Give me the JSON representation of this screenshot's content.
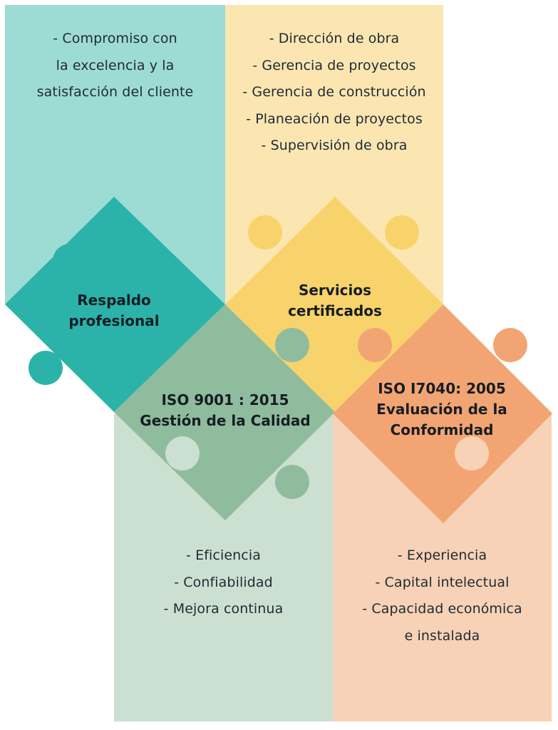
{
  "colors": {
    "teal_panel": "#9ddcd4",
    "yellow_panel": "#fbe6b2",
    "green_panel": "#cbe0d1",
    "orange_panel": "#f7d2b6",
    "teal_piece": "#2bb3aa",
    "yellow_piece": "#f8d36b",
    "green_piece": "#8fbc9d",
    "orange_piece": "#f2a572",
    "text": "#1f2a33"
  },
  "panels": {
    "teal": {
      "lines": [
        "- Compromiso con",
        "la excelencia y la",
        "satisfacción del cliente"
      ]
    },
    "yellow": {
      "lines": [
        "- Dirección de obra",
        "- Gerencia de proyectos",
        "- Gerencia de construcción",
        "- Planeación de proyectos",
        "- Supervisión de obra"
      ]
    },
    "green": {
      "lines": [
        "- Eficiencia",
        "- Confiabilidad",
        "- Mejora continua"
      ]
    },
    "orange": {
      "lines": [
        "- Experiencia",
        "- Capital intelectual",
        "- Capacidad económica",
        "e instalada"
      ]
    }
  },
  "pieces": {
    "teal": {
      "label_lines": [
        "Respaldo",
        "profesional"
      ],
      "icon": "puzzle-piece-icon"
    },
    "yellow": {
      "label_lines": [
        "Servicios",
        "certificados"
      ],
      "icon": "puzzle-piece-icon"
    },
    "green": {
      "label_lines": [
        "ISO 9001 : 2015",
        "Gestión de la Calidad"
      ],
      "icon": "puzzle-piece-icon"
    },
    "orange": {
      "label_lines": [
        "ISO I7040: 2005",
        "Evaluación de la",
        "Conformidad"
      ],
      "icon": "puzzle-piece-icon"
    }
  }
}
